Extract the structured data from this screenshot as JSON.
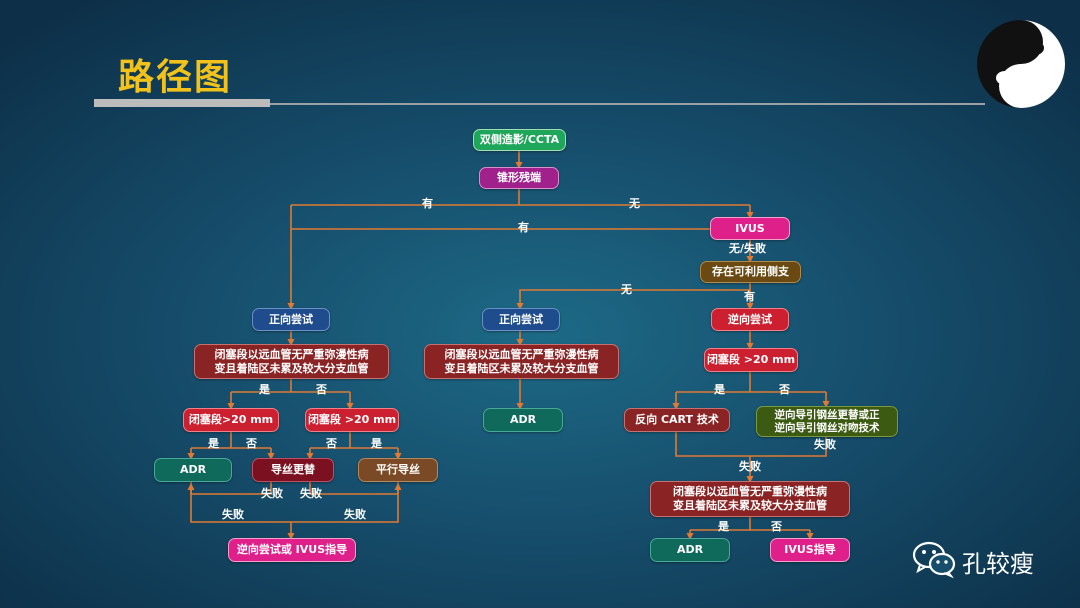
{
  "slide": {
    "title": "路径图",
    "watermark": "孔较瘦"
  },
  "nodes": {
    "n_ccta": "双侧造影/CCTA",
    "n_stump": "锥形残端",
    "n_ivus": "IVUS",
    "n_side": "存在可利用侧支",
    "n_ante1": "正向尝试",
    "n_ante2": "正向尝试",
    "n_retro": "逆向尝试",
    "n_desc1": [
      "闭塞段以远血管无严重弥漫性病",
      "变且着陆区未累及较大分支血管"
    ],
    "n_desc2": [
      "闭塞段以远血管无严重弥漫性病",
      "变且着陆区未累及较大分支血管"
    ],
    "n_occR": "闭塞段 >20 mm",
    "n_occL1": "闭塞段>20 mm",
    "n_occL2": "闭塞段 >20 mm",
    "n_adr1": "ADR",
    "n_adr_mid": "ADR",
    "n_wire": "导丝更替",
    "n_parallel": "平行导丝",
    "n_cart": "反向 CART 技术",
    "n_kiss": [
      "逆向导引钢丝更替或正",
      "逆向导引钢丝对吻技术"
    ],
    "n_retro_ivus": "逆向尝试或 IVUS指导",
    "n_desc3": [
      "闭塞段以远血管无严重弥漫性病",
      "变且着陆区未累及较大分支血管"
    ],
    "n_adr3": "ADR",
    "n_ivus_guide": "IVUS指导"
  },
  "labels": {
    "l_you1": "有",
    "l_wu1": "无",
    "l_you2": "有",
    "l_wushibai": "无/失败",
    "l_wu2": "无",
    "l_you3": "有",
    "l_shi1": "是",
    "l_fou1": "否",
    "l_shi2": "是",
    "l_fou2": "否",
    "l_fou3": "否",
    "l_shi3": "是",
    "l_fail1": "失败",
    "l_fail2": "失败",
    "l_fail3": "失败",
    "l_fail4": "失败",
    "l_shi4": "是",
    "l_fou4": "否",
    "l_fail5": "失败",
    "l_fail6": "失败",
    "l_shi5": "是",
    "l_fou5": "否"
  },
  "colors": {
    "connector": "#e07a32",
    "title": "#f2c21a"
  }
}
